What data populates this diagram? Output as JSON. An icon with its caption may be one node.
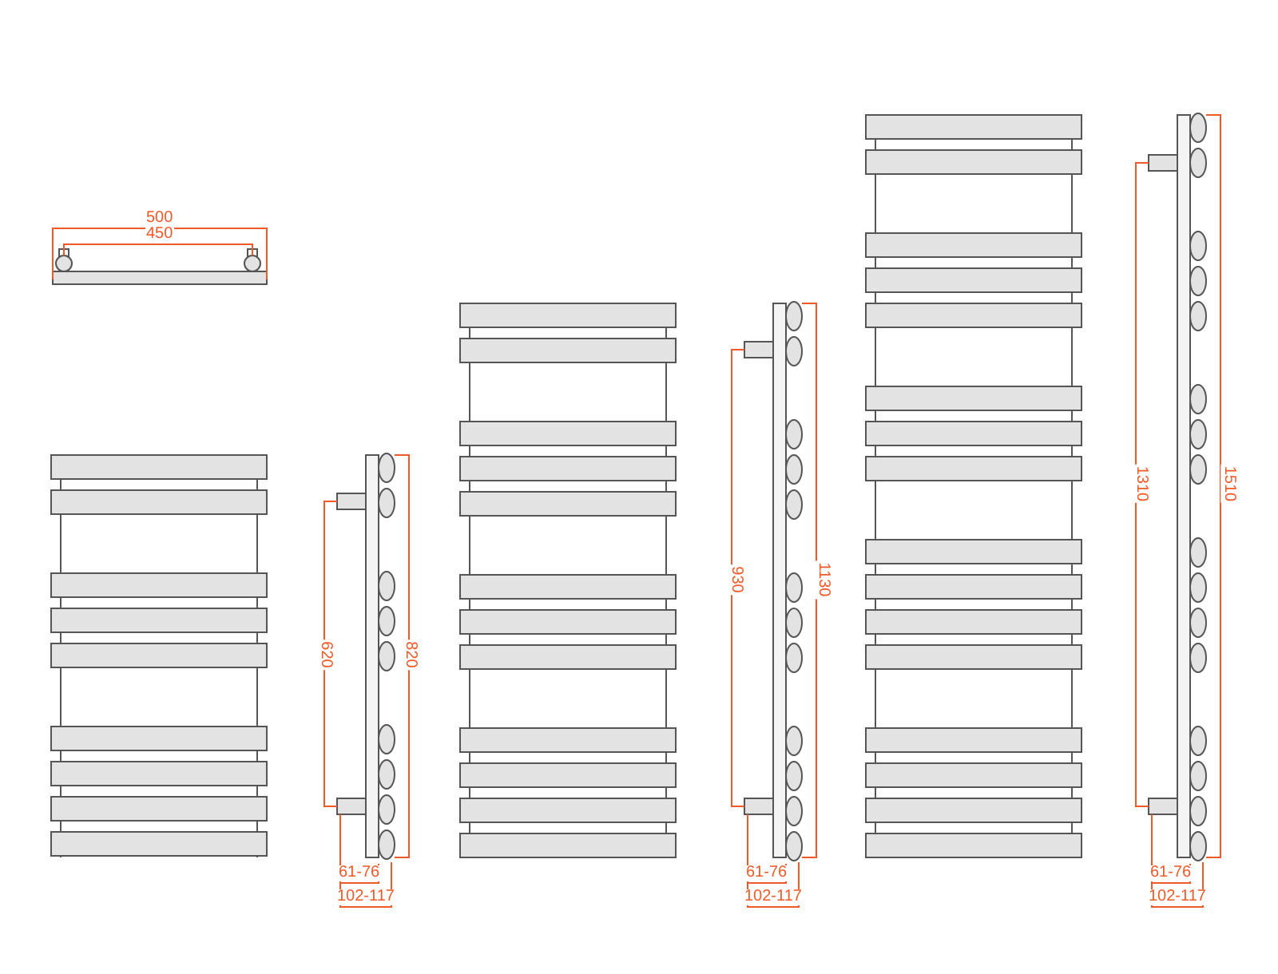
{
  "diagram": {
    "labels": [
      "500",
      "450",
      "620",
      "820",
      "930",
      "1130",
      "1310",
      "1510",
      "61-76",
      "102-117",
      "61-76",
      "102-117",
      "61-76",
      "102-117"
    ]
  }
}
